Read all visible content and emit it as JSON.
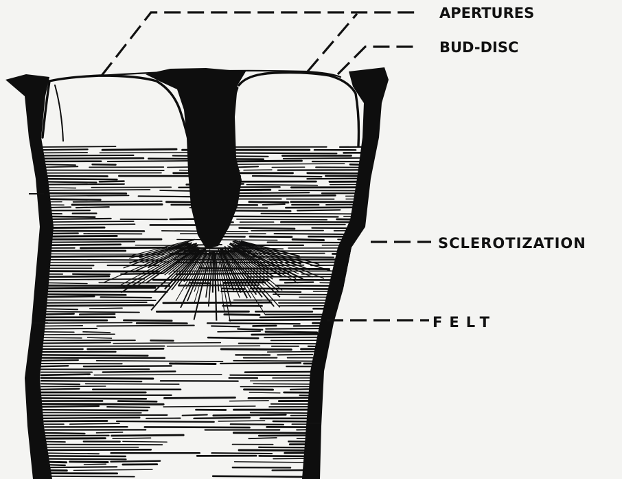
{
  "diagram": {
    "labels": {
      "apertures": "APERTURES",
      "bud_disc": "BUD-DISC",
      "sclerotization": "SCLEROTIZATION",
      "felt": "FELT"
    },
    "colors": {
      "ink": "#0e0e0e",
      "paper": "#f4f4f2"
    }
  }
}
